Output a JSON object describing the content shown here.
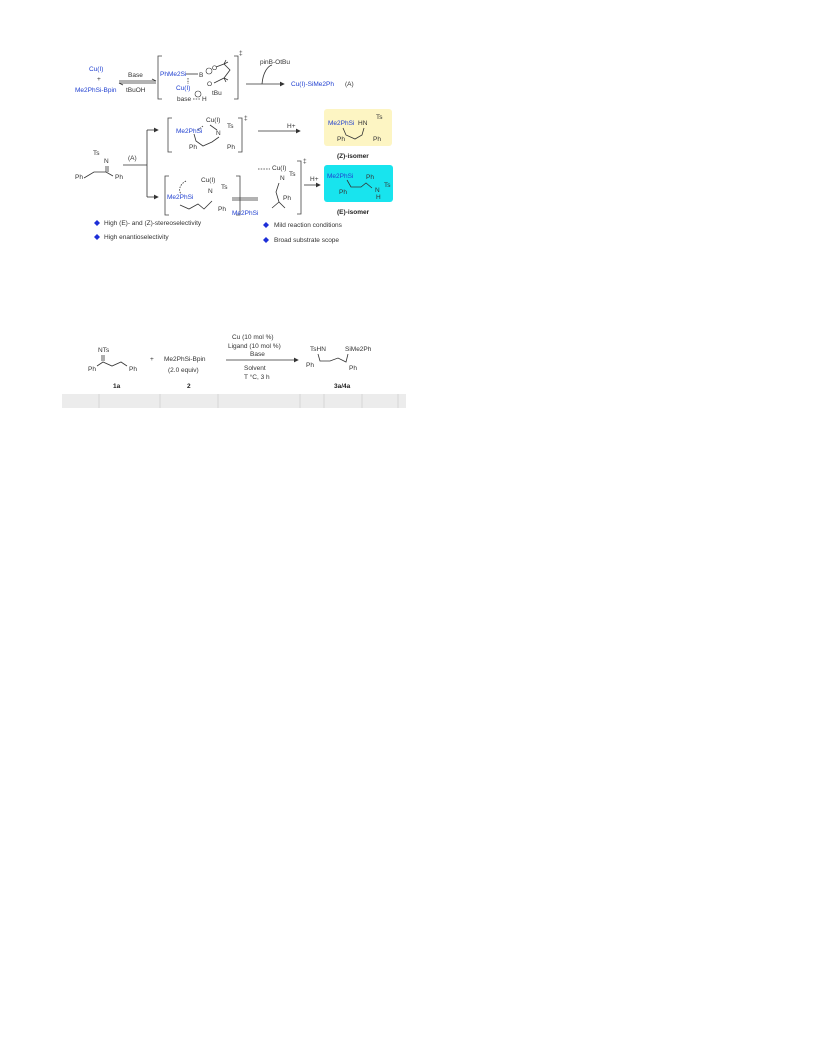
{
  "scheme1": {
    "reagent_top": "Cu(I)",
    "reagent_plus": "+",
    "reagent_bottom": "Me2PhSi-Bpin",
    "arrow_above": "Base",
    "arrow_below": "tBuOH",
    "ts_silyl": "PhMe2Si",
    "ts_boron": "B",
    "ts_o1": "O",
    "ts_o2": "O",
    "ts_copper": "Cu(I)",
    "ts_anion": "tBu",
    "ts_base": "base",
    "ts_h": "H",
    "ts_dagger": "‡",
    "byproduct": "pinB-OtBu",
    "product_a": "Cu(I)-SiMe2Ph",
    "product_a_label": "(A)"
  },
  "scheme2": {
    "substrate_ts": "Ts",
    "substrate_n": "N",
    "substrate_ph1": "Ph",
    "substrate_ph2": "Ph",
    "arrow_label": "(A)",
    "ts1_cu": "Cu(I)",
    "ts1_si": "Me2PhSi",
    "ts1_n": "N",
    "ts1_ts": "Ts",
    "ts1_ph1": "Ph",
    "ts1_ph2": "Ph",
    "ts1_dagger": "‡",
    "h_plus_1": "H+",
    "z_product_si": "Me2PhSi",
    "z_product_hn": "HN",
    "z_product_ts": "Ts",
    "z_product_ph1": "Ph",
    "z_product_ph2": "Ph",
    "z_label": "(Z)-isomer",
    "ts2_cu": "Cu(I)",
    "ts2_si": "Me2PhSi",
    "ts2_n": "N",
    "ts2_ts": "Ts",
    "ts2_ph": "Ph",
    "ts3_cu": "Cu(I)",
    "ts3_n": "N",
    "ts3_ts": "Ts",
    "ts3_si": "Me2PhSi",
    "ts3_ph": "Ph",
    "ts3_dagger": "‡",
    "h_plus_2": "H+",
    "e_product_si": "Me2PhSi",
    "e_product_ph1": "Ph",
    "e_product_ph2": "Ph",
    "e_product_n": "N",
    "e_product_h": "H",
    "e_product_ts": "Ts",
    "e_label": "(E)-isomer",
    "bullets_left": [
      "High (E)- and (Z)-stereoselectivity",
      "High enantioselectivity"
    ],
    "bullets_right": [
      "Mild reaction conditions",
      "Broad substrate scope"
    ],
    "colors": {
      "z_box": "#fdf5c3",
      "e_box": "#18e4ee",
      "bullet": "#1d2fd8",
      "silyl": "#1f3fd0"
    }
  },
  "scheme3": {
    "sm_ts": "NTs",
    "sm_ph1": "Ph",
    "sm_ph2": "Ph",
    "sm_label": "1a",
    "plus": "+",
    "reagent": "Me2PhSi-Bpin",
    "reagent_equiv": "(2.0 equiv)",
    "reagent_label": "2",
    "cond_1": "Cu (10 mol %)",
    "cond_2": "Ligand (10 mol %)",
    "cond_3": "Base",
    "cond_4": "Solvent",
    "cond_5": "T °C, 3 h",
    "prod_hn": "TsHN",
    "prod_si": "SiMe2Ph",
    "prod_ph1": "Ph",
    "prod_ph2": "Ph",
    "prod_label": "3a/4a"
  }
}
